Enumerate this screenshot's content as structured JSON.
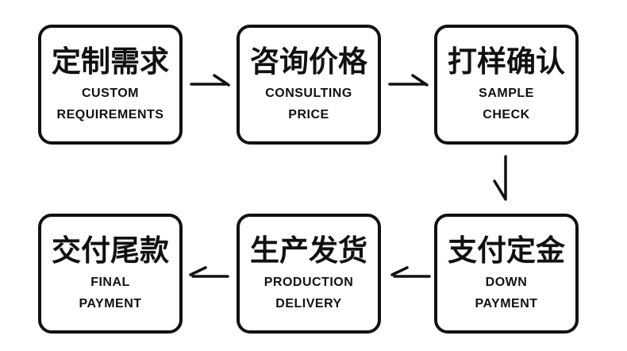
{
  "flow": {
    "title": "custom order process flowchart",
    "steps": [
      {
        "id": "custom-requirements",
        "zh": "定制需求",
        "en_line1": "CUSTOM",
        "en_line2": "REQUIREMENTS"
      },
      {
        "id": "consulting-price",
        "zh": "咨询价格",
        "en_line1": "CONSULTING",
        "en_line2": "PRICE"
      },
      {
        "id": "sample-check",
        "zh": "打样确认",
        "en_line1": "SAMPLE",
        "en_line2": "CHECK"
      },
      {
        "id": "final-payment",
        "zh": "交付尾款",
        "en_line1": "FINAL",
        "en_line2": "PAYMENT"
      },
      {
        "id": "production-delivery",
        "zh": "生产发货",
        "en_line1": "PRODUCTION",
        "en_line2": "DELIVERY"
      },
      {
        "id": "down-payment",
        "zh": "支付定金",
        "en_line1": "DOWN",
        "en_line2": "PAYMENT"
      }
    ],
    "connectors": [
      {
        "from": "custom-requirements",
        "to": "consulting-price",
        "direction": "right"
      },
      {
        "from": "consulting-price",
        "to": "sample-check",
        "direction": "right"
      },
      {
        "from": "sample-check",
        "to": "down-payment",
        "direction": "down"
      },
      {
        "from": "down-payment",
        "to": "production-delivery",
        "direction": "left"
      },
      {
        "from": "production-delivery",
        "to": "final-payment",
        "direction": "left"
      }
    ],
    "colors": {
      "stroke": "#111111",
      "text": "#111111",
      "background": "#ffffff"
    }
  }
}
